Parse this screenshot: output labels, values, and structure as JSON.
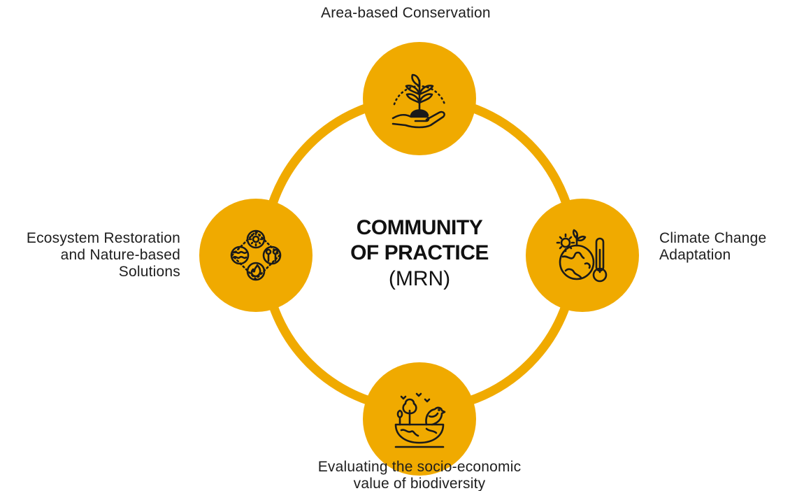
{
  "colors": {
    "accent": "#F0AA00",
    "icon_stroke": "#1a1a1a",
    "text": "#1e1e1e"
  },
  "center": {
    "title_line1": "COMMUNITY",
    "title_line2": "OF PRACTICE",
    "subtitle": "(MRN)"
  },
  "nodes": {
    "top": {
      "icon": "plant-in-hand-icon",
      "label_lines": [
        "Area-based Conservation"
      ]
    },
    "right": {
      "icon": "climate-earth-thermometer-icon",
      "label_lines": [
        "Climate Change",
        "Adaptation"
      ]
    },
    "bottom": {
      "icon": "biodiversity-bird-tree-earth-icon",
      "label_lines": [
        "Evaluating the socio-economic",
        "value of biodiversity"
      ]
    },
    "left": {
      "icon": "ecosystem-elements-icon",
      "label_lines": [
        "Ecosystem Restoration",
        "and Nature-based",
        "Solutions"
      ]
    }
  }
}
